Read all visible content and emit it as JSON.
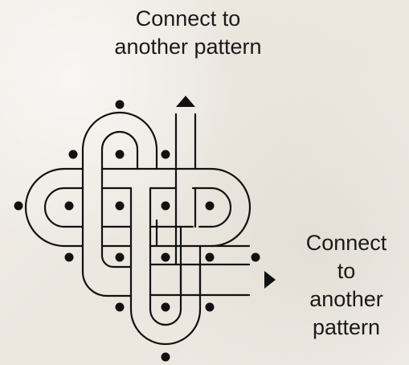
{
  "labels": {
    "top": [
      "Connect to",
      "another pattern"
    ],
    "right": [
      "Connect",
      "to",
      "another",
      "pattern"
    ]
  },
  "colors": {
    "ink": "#111111",
    "background": "#efebe4"
  },
  "icons": {
    "top_arrow": "arrow-up-triangle-icon",
    "right_arrow": "arrow-right-triangle-icon"
  }
}
